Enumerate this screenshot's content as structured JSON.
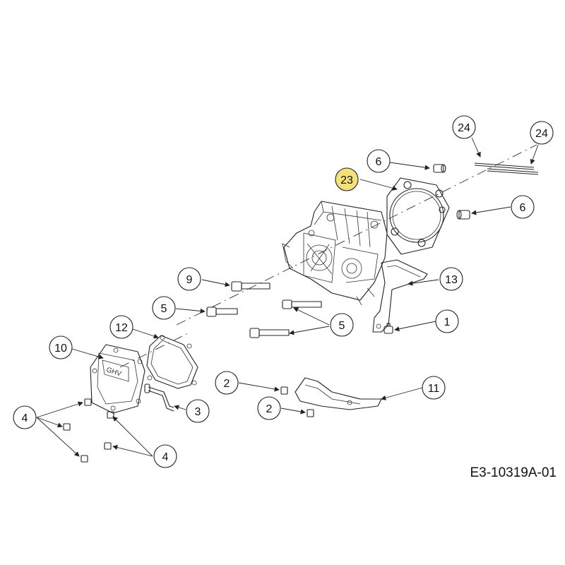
{
  "diagram_code": "E3-10319A-01",
  "highlight_color": "#f3e27a",
  "callouts": [
    {
      "id": "c24a",
      "label": "24"
    },
    {
      "id": "c24b",
      "label": "24"
    },
    {
      "id": "c6a",
      "label": "6"
    },
    {
      "id": "c23",
      "label": "23",
      "highlighted": true
    },
    {
      "id": "c6b",
      "label": "6"
    },
    {
      "id": "c9",
      "label": "9"
    },
    {
      "id": "c13",
      "label": "13"
    },
    {
      "id": "c5a",
      "label": "5"
    },
    {
      "id": "c1",
      "label": "1"
    },
    {
      "id": "c12",
      "label": "12"
    },
    {
      "id": "c5b",
      "label": "5"
    },
    {
      "id": "c10",
      "label": "10"
    },
    {
      "id": "c2a",
      "label": "2"
    },
    {
      "id": "c11",
      "label": "11"
    },
    {
      "id": "c3",
      "label": "3"
    },
    {
      "id": "c2b",
      "label": "2"
    },
    {
      "id": "c4a",
      "label": "4"
    },
    {
      "id": "c4b",
      "label": "4"
    }
  ]
}
